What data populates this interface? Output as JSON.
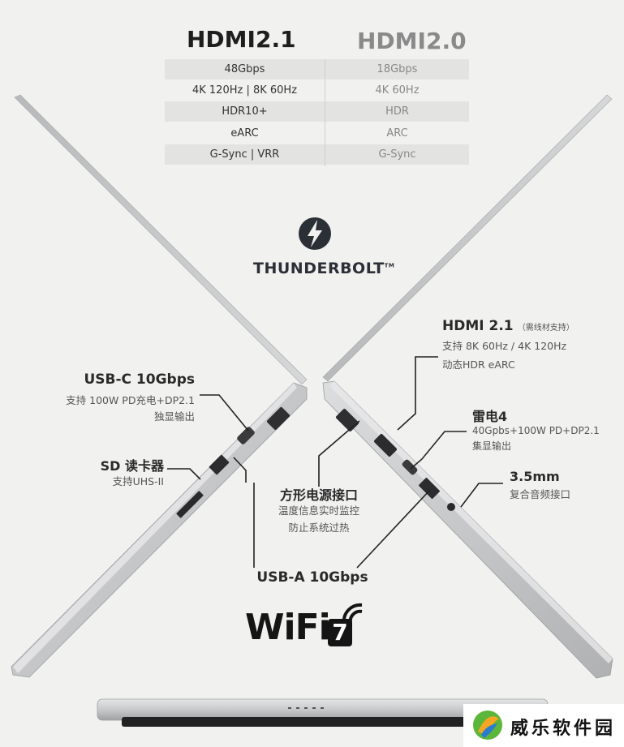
{
  "comparison": {
    "left_header": "HDMI2.1",
    "right_header": "HDMI2.0",
    "rows": [
      {
        "left": "48Gbps",
        "right": "18Gbps"
      },
      {
        "left": "4K 120Hz | 8K 60Hz",
        "right": "4K 60Hz"
      },
      {
        "left": "HDR10+",
        "right": "HDR"
      },
      {
        "left": "eARC",
        "right": "ARC"
      },
      {
        "left": "G-Sync | VRR",
        "right": "G-Sync"
      }
    ]
  },
  "thunderbolt_logo": {
    "text": "THUNDERBOLT",
    "tm": "TM"
  },
  "callouts": {
    "usbc": {
      "title": "USB-C 10Gbps",
      "line1": "支持 100W PD充电+DP2.1",
      "line2": "独显输出"
    },
    "sd": {
      "title": "SD 读卡器",
      "line1": "支持UHS-II"
    },
    "power": {
      "title": "方形电源接口",
      "line1": "温度信息实时监控",
      "line2": "防止系统过热"
    },
    "usba": {
      "title": "USB-A 10Gbps"
    },
    "hdmi": {
      "title": "HDMI 2.1",
      "note": "（需线材支持）",
      "line1": "支持 8K 60Hz / 4K 120Hz",
      "line2": "动态HDR eARC"
    },
    "tb4": {
      "title": "雷电4",
      "line1": "40Gpbs+100W PD+DP2.1",
      "line2": "集显输出"
    },
    "audio": {
      "title": "3.5mm",
      "line1": "复合音频接口"
    }
  },
  "wifi_logo": {
    "text": "WiFi",
    "number": "7"
  },
  "watermark": {
    "text": "威乐软件园"
  },
  "colors": {
    "background": "#f1f1f0",
    "laptop_silver": "#c9cacb",
    "text_dark": "#2a2a2a",
    "header_gray": "#888888"
  }
}
